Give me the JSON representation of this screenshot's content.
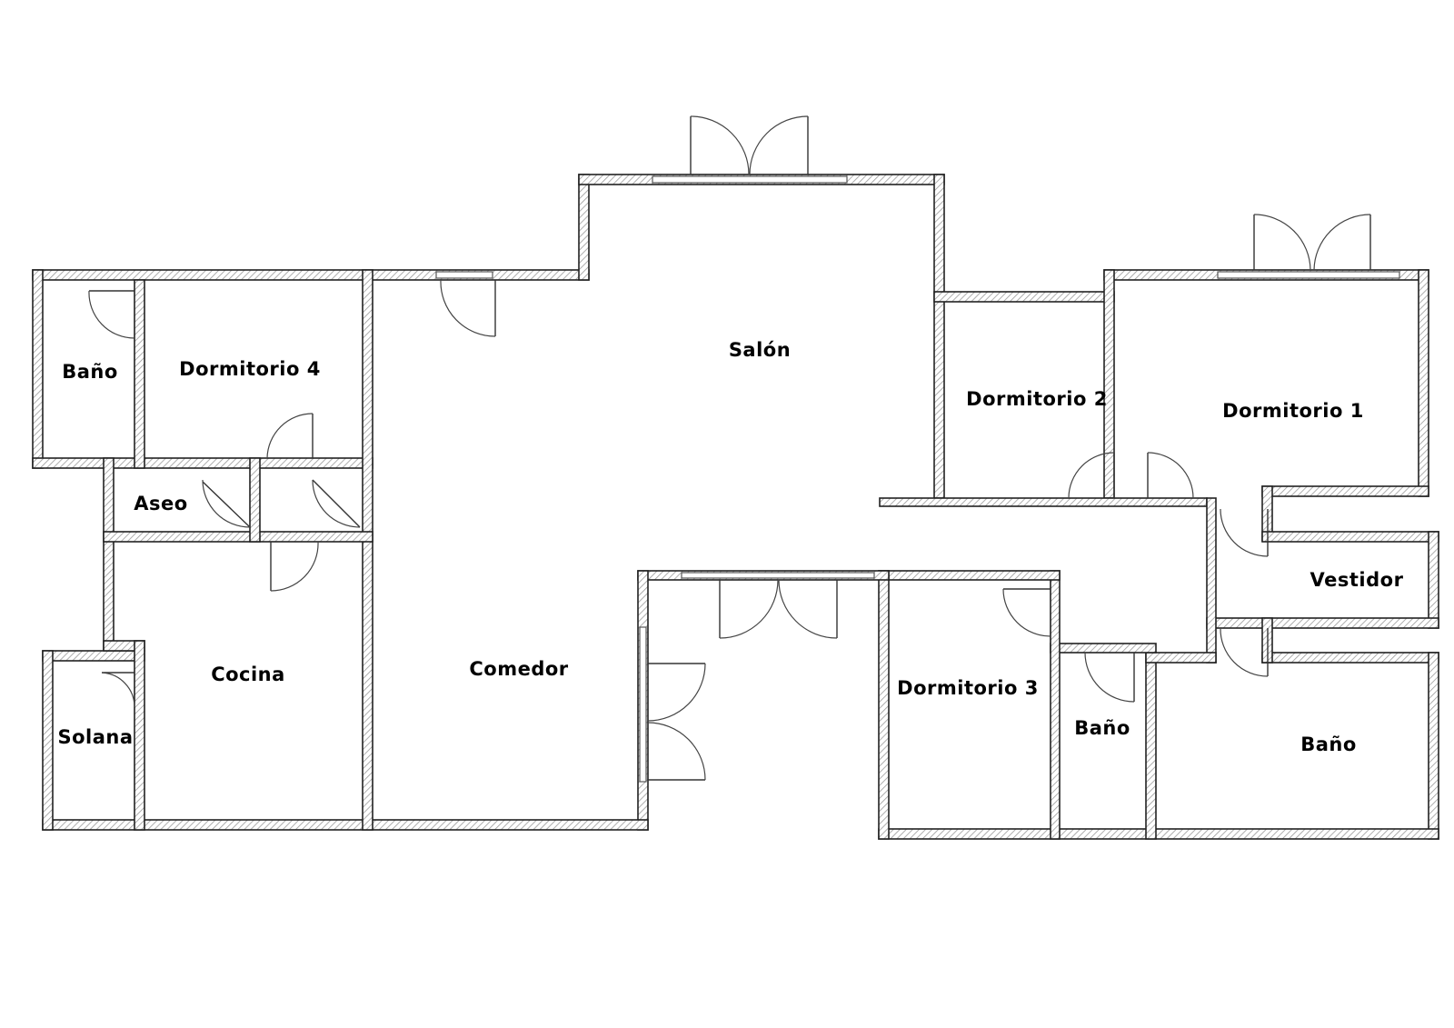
{
  "rooms": {
    "salon": "Salón",
    "comedor": "Comedor",
    "cocina": "Cocina",
    "solana": "Solana",
    "aseo": "Aseo",
    "bano_nw": "Baño",
    "dormitorio_4": "Dormitorio 4",
    "dormitorio_2": "Dormitorio 2",
    "dormitorio_1": "Dormitorio 1",
    "vestidor": "Vestidor",
    "dormitorio_3": "Dormitorio 3",
    "bano_center": "Baño",
    "bano_se": "Baño"
  },
  "colors": {
    "background": "#ffffff",
    "wall_outline": "#222222",
    "wall_hatch": "#9a9a9a",
    "label": "#000000"
  }
}
